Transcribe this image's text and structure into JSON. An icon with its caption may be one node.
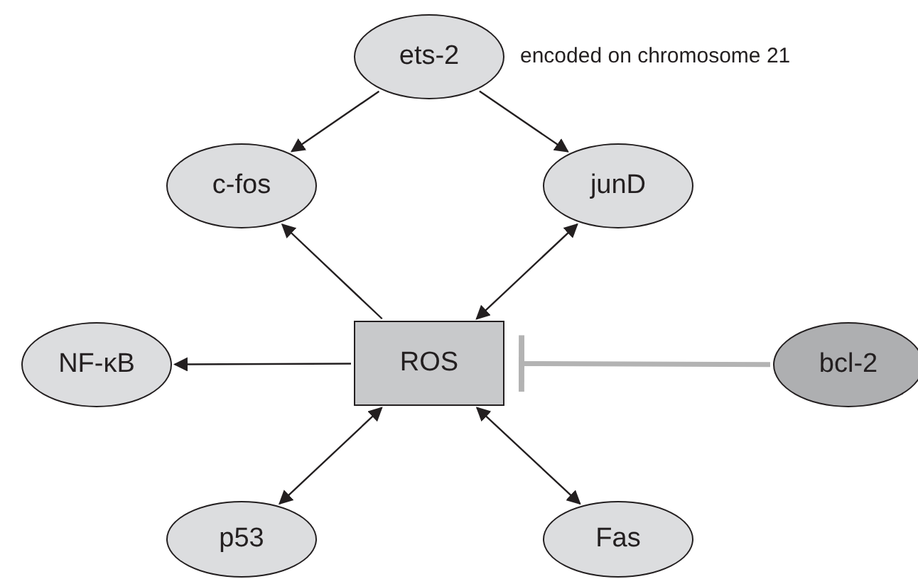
{
  "diagram": {
    "nodes": [
      {
        "text": [
          "ets-2"
        ],
        "beside": [
          "encoded on chromosome 21"
        ]
      },
      {
        "text": [
          "c-fos"
        ]
      },
      {
        "text": [
          "junD"
        ]
      },
      {
        "text": [
          "NF-κB"
        ]
      },
      {
        "text": [
          "ROS"
        ]
      },
      {
        "text": [
          "bcl-2"
        ]
      },
      {
        "text": [
          "p53"
        ]
      },
      {
        "text": [
          "Fas"
        ]
      }
    ],
    "edges": [
      {
        "from": 0,
        "to": 1,
        "arrow": "to"
      },
      {
        "from": 0,
        "to": 2,
        "arrow": "to"
      },
      {
        "from": 4,
        "to": 1,
        "arrow": "to"
      },
      {
        "from": 4,
        "to": 2,
        "arrow": "both"
      },
      {
        "from": 4,
        "to": 3,
        "arrow": "to"
      },
      {
        "from": 5,
        "to": 4,
        "arrow": "other",
        "style": "thick",
        "color": "#b3b3b3"
      },
      {
        "from": 4,
        "to": 6,
        "arrow": "both"
      },
      {
        "from": 4,
        "to": 7,
        "arrow": "both"
      }
    ]
  }
}
